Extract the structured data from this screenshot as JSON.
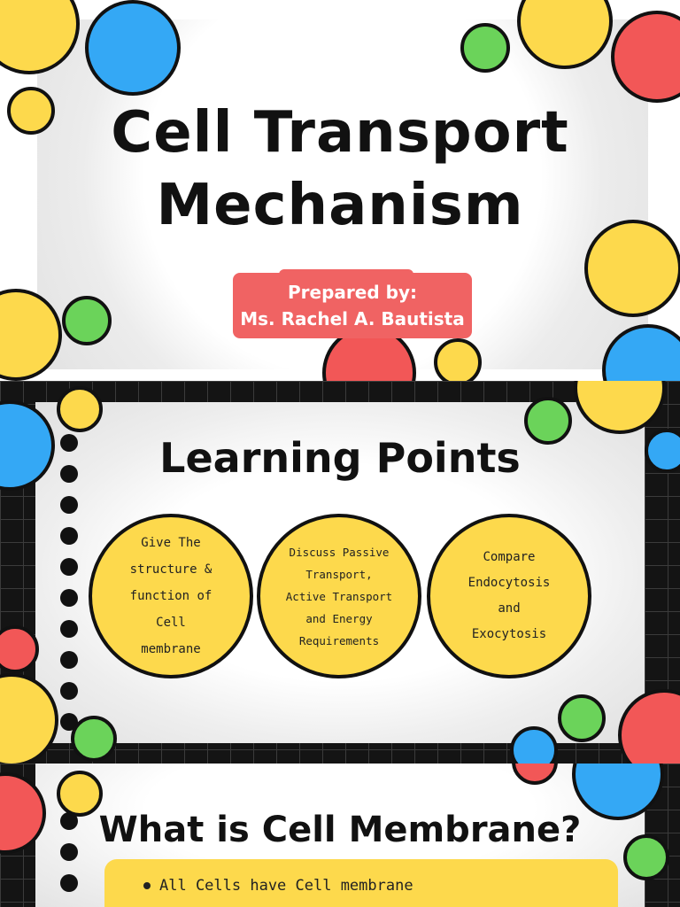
{
  "slide1": {
    "title_line1": "Cell Transport",
    "title_line2": "Mechanism",
    "prepared_label": "Prepared by:",
    "prepared_name": "Ms. Rachel A. Bautista"
  },
  "slide2": {
    "title": "Learning Points",
    "points": [
      {
        "lines": [
          "Give The",
          "structure &",
          "function of",
          "Cell",
          "membrane"
        ]
      },
      {
        "lines": [
          "Discuss Passive",
          "Transport,",
          "Active Transport",
          "and Energy",
          "Requirements"
        ]
      },
      {
        "lines": [
          "Compare",
          "Endocytosis",
          "and",
          "Exocytosis"
        ]
      }
    ]
  },
  "slide3": {
    "title": "What is Cell Membrane?",
    "bullet": "All Cells have Cell membrane"
  },
  "colors": {
    "yellow": "#fdd94c",
    "blue": "#34a8f5",
    "green": "#6bd35a",
    "red": "#f25757",
    "badge": "#f06363"
  }
}
